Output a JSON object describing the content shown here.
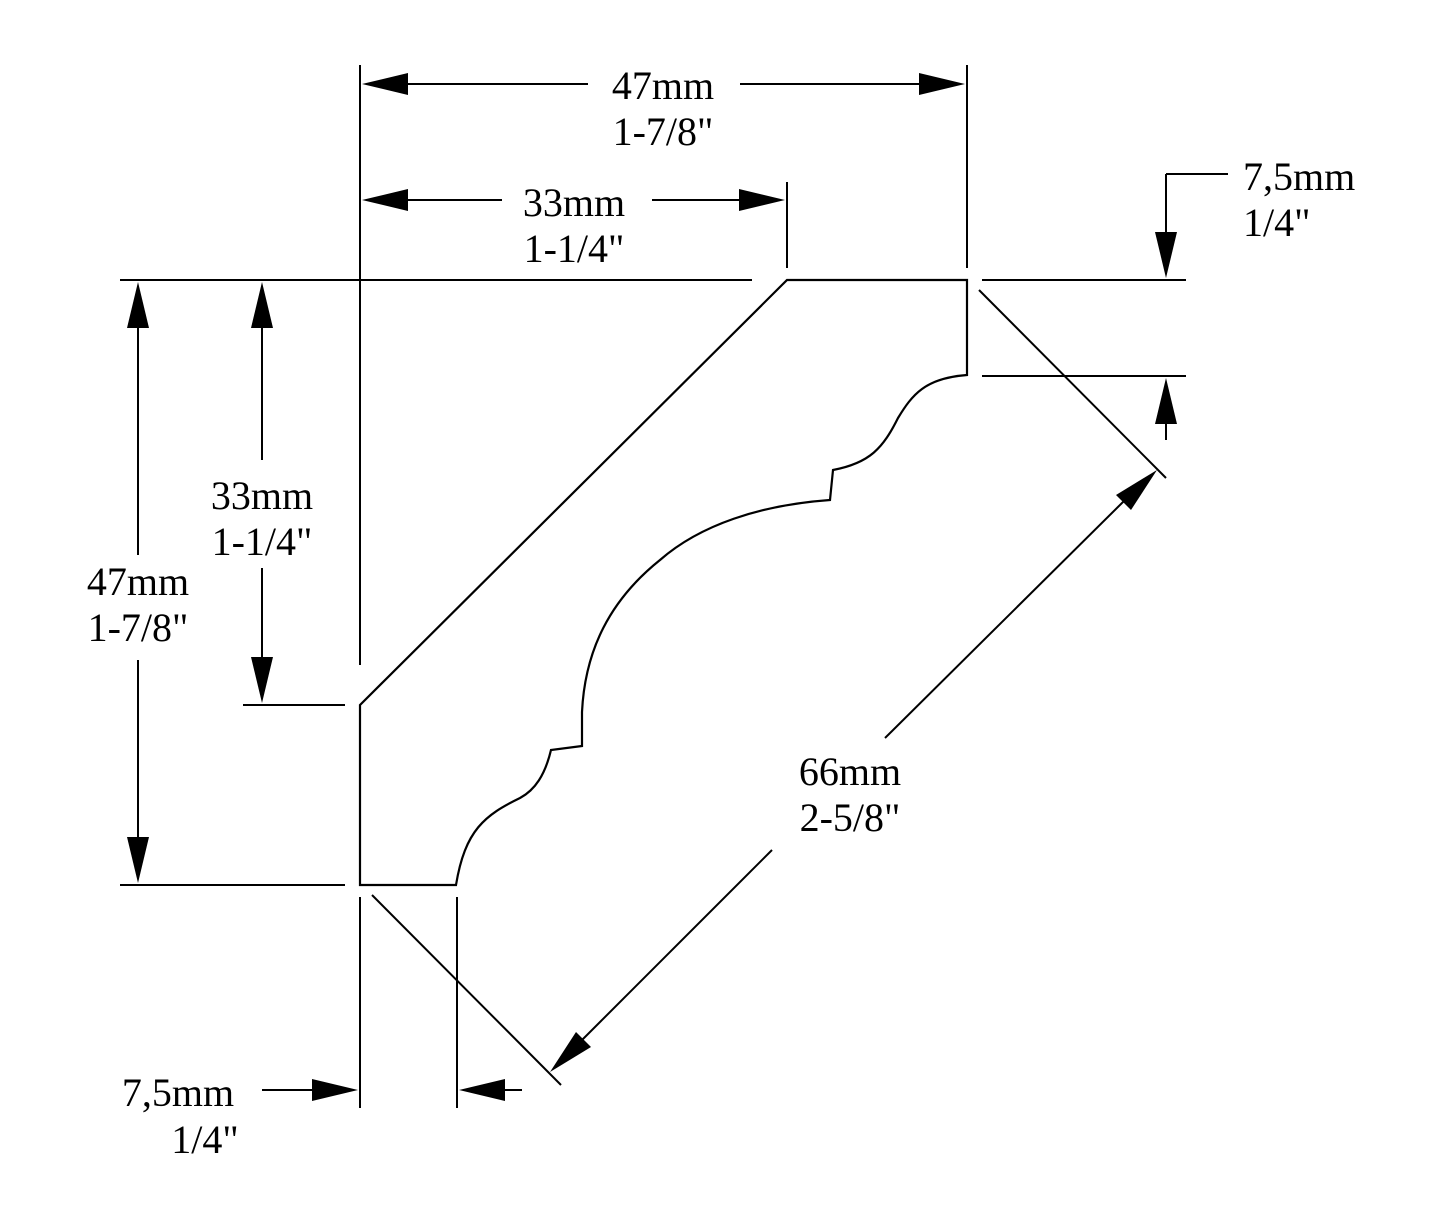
{
  "colors": {
    "line": "#000000",
    "background": "#ffffff"
  },
  "dimensions": {
    "top_width": {
      "metric": "47mm",
      "imperial": "1-7/8\""
    },
    "top_inner": {
      "metric": "33mm",
      "imperial": "1-1/4\""
    },
    "top_right_offset": {
      "metric": "7,5mm",
      "imperial": "1/4\""
    },
    "left_inner": {
      "metric": "33mm",
      "imperial": "1-1/4\""
    },
    "left_height": {
      "metric": "47mm",
      "imperial": "1-7/8\""
    },
    "diagonal": {
      "metric": "66mm",
      "imperial": "2-5/8\""
    },
    "bottom_offset": {
      "metric": "7,5mm",
      "imperial": "1/4\""
    }
  }
}
